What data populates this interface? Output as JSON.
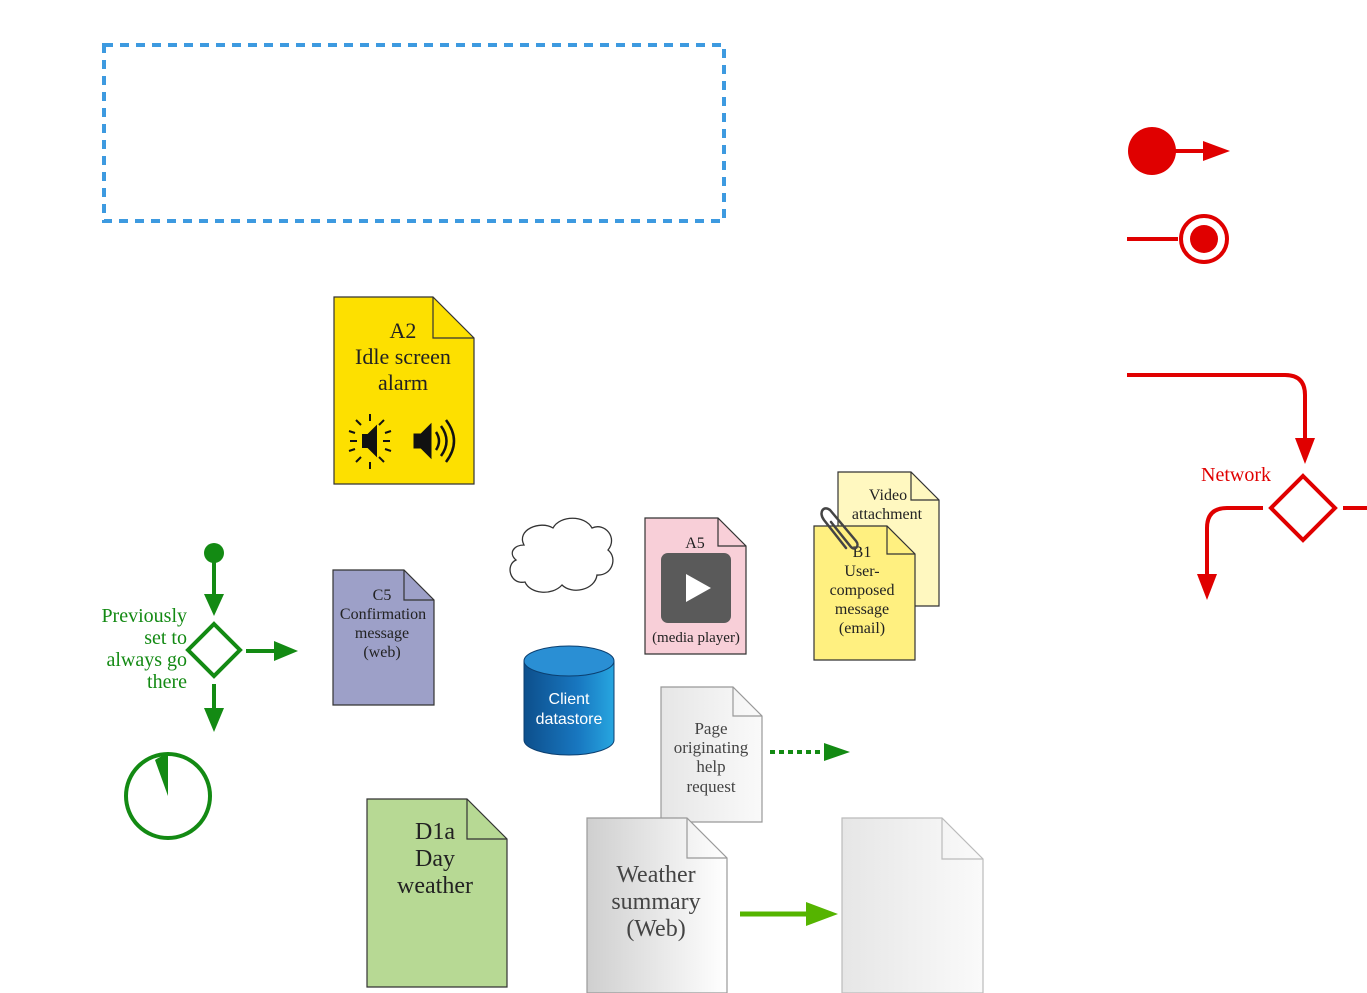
{
  "colors": {
    "red": "#e00000",
    "green": "#138a13",
    "bright_green": "#55b400",
    "dashed_box": "#3d9ae0",
    "doc_yellow": "#fde000",
    "doc_lightyellow": "#fff6a0",
    "doc_paleyellow": "#fff8c0",
    "doc_purple": "#9da0c8",
    "doc_pink": "#f8cfd8",
    "doc_green": "#b7d994",
    "doc_grey": "#e0e0e0",
    "db_blue": "#1e73b8"
  },
  "docs": {
    "a2": {
      "id": "A2",
      "line1": "Idle screen",
      "line2": "alarm",
      "icons": [
        "flashing-speaker-icon",
        "speaker-sound-icon"
      ]
    },
    "c5": {
      "id": "C5",
      "line1": "Confirmation",
      "line2": "message",
      "line3": "(web)"
    },
    "a5": {
      "id": "A5",
      "caption": "(media player)",
      "icon": "play-icon"
    },
    "video": {
      "line1": "Video",
      "line2": "attachment"
    },
    "b1": {
      "id": "B1",
      "line1": "User-",
      "line2": "composed",
      "line3": "message",
      "line4": "(email)",
      "icon": "paperclip-icon"
    },
    "page_help": {
      "line1": "Page",
      "line2": "originating",
      "line3": "help",
      "line4": "request"
    },
    "d1a": {
      "id": "D1a",
      "line1": "Day",
      "line2": "weather"
    },
    "weather": {
      "line1": "Weather",
      "line2": "summary",
      "line3": "(Web)"
    }
  },
  "datastore": {
    "line1": "Client",
    "line2": "datastore"
  },
  "green_decision": {
    "line1": "Previously",
    "line2": "set to",
    "line3": "always go",
    "line4": "there"
  },
  "network": {
    "label": "Network"
  }
}
